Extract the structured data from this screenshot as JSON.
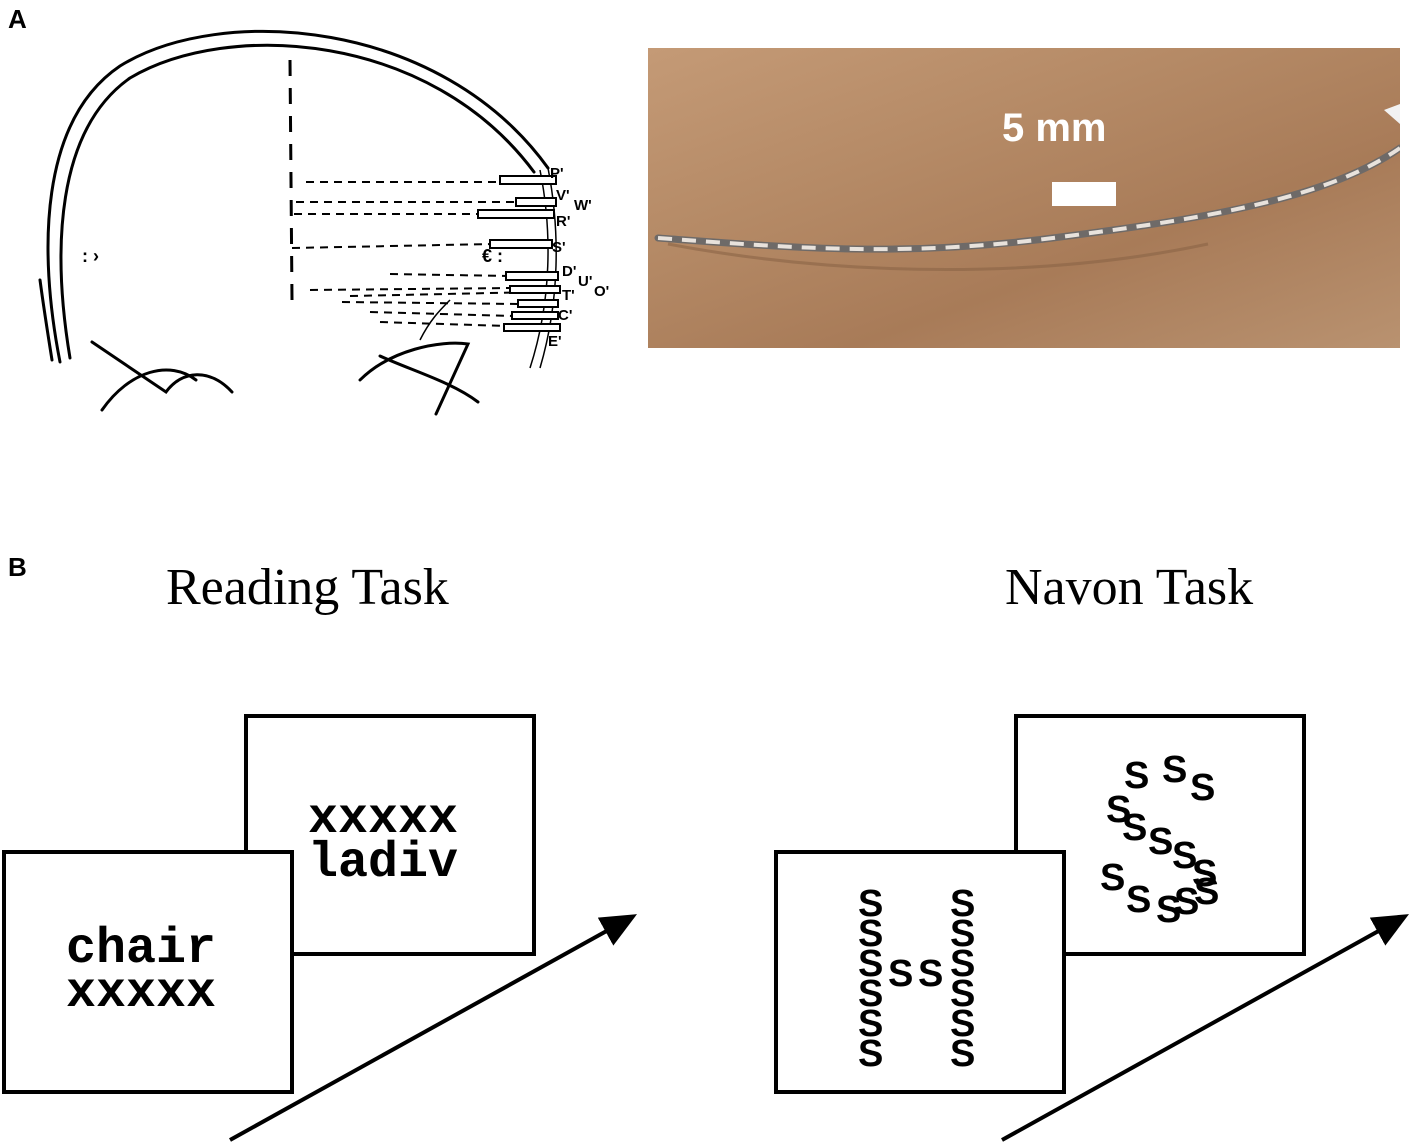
{
  "panels": {
    "a_label": "A",
    "b_label": "B"
  },
  "electrode_diagram": {
    "labels": [
      "P'",
      "V'",
      "W'",
      "R'",
      "S'",
      "D'",
      "U'",
      "O'",
      "T'",
      "C'",
      "E'"
    ]
  },
  "electrode_photo": {
    "scale_label": "5 mm"
  },
  "reading_task": {
    "title": "Reading Task",
    "back_stimulus": [
      "xxxxx",
      "ladiv"
    ],
    "front_stimulus": [
      "chair",
      "xxxxx"
    ]
  },
  "navon_task": {
    "title": "Navon Task",
    "local_letter": "S",
    "back_global_letter": "S",
    "front_global_letter": "H"
  },
  "colors": {
    "ink": "#000000",
    "photo_background": "#b58a66",
    "scale_bar": "#ffffff"
  }
}
